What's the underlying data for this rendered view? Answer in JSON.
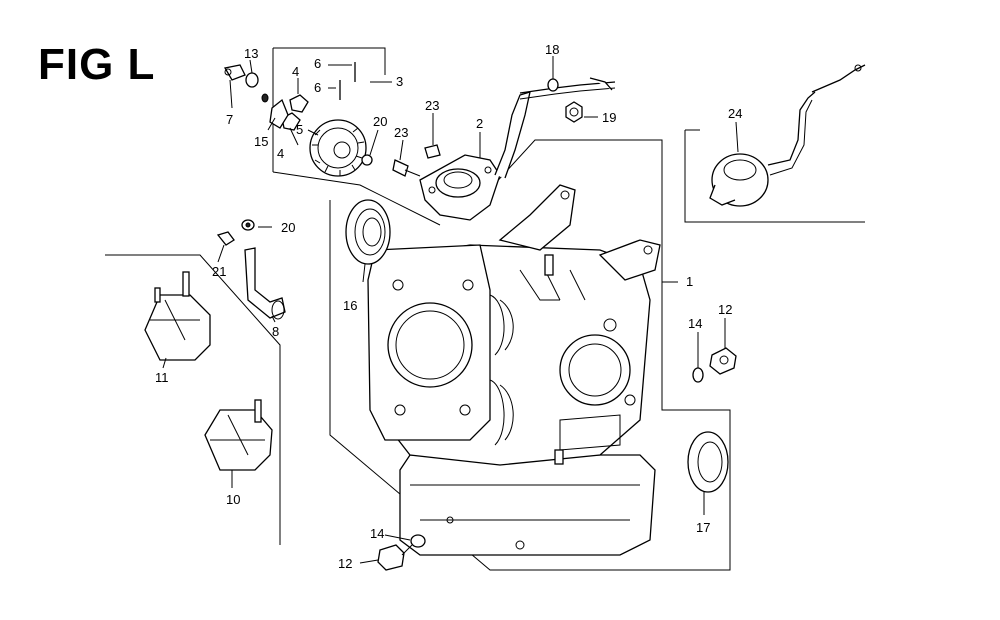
{
  "title": "FIG L",
  "callouts": {
    "c1": "1",
    "c2": "2",
    "c3": "3",
    "c4a": "4",
    "c4b": "4",
    "c5": "5",
    "c6a": "6",
    "c6b": "6",
    "c7": "7",
    "c8": "8",
    "c10": "10",
    "c11": "11",
    "c12a": "12",
    "c12b": "12",
    "c13": "13",
    "c14a": "14",
    "c14b": "14",
    "c15": "15",
    "c16": "16",
    "c17": "17",
    "c18": "18",
    "c19": "19",
    "c20a": "20",
    "c20b": "20",
    "c21": "21",
    "c23a": "23",
    "c23b": "23",
    "c24": "24"
  },
  "colors": {
    "ink": "#000000",
    "paper": "#ffffff"
  }
}
